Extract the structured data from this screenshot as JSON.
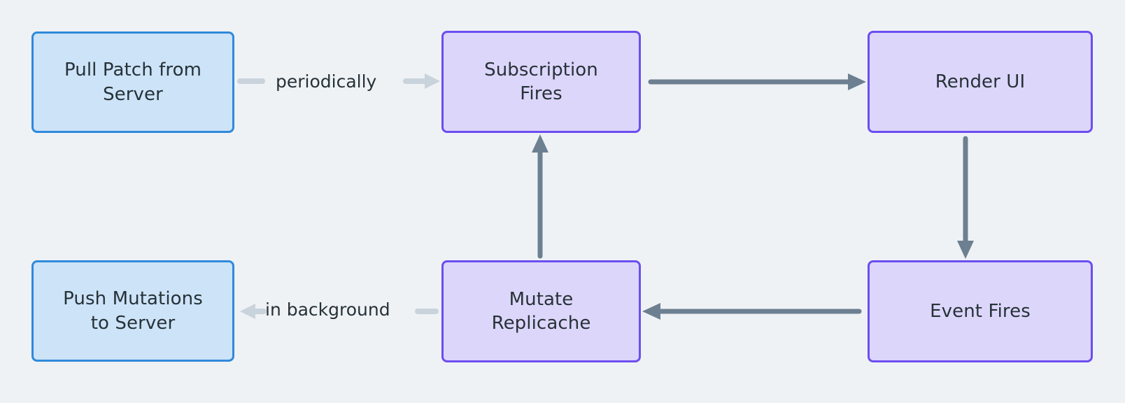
{
  "diagram": {
    "type": "flowchart",
    "background_color": "#eff2f5",
    "text_color": "#263238",
    "nodes": [
      {
        "id": "pull-patch",
        "label": "Pull Patch from\nServer",
        "style": "blue",
        "fill_color": "#cde3f8",
        "border_color": "#2f8ada"
      },
      {
        "id": "subscription-fires",
        "label": "Subscription\nFires",
        "style": "purple",
        "fill_color": "#ddd6fb",
        "border_color": "#6c4ef0"
      },
      {
        "id": "render-ui",
        "label": "Render UI",
        "style": "purple",
        "fill_color": "#ddd6fb",
        "border_color": "#6c4ef0"
      },
      {
        "id": "push-mutations",
        "label": "Push Mutations\nto Server",
        "style": "blue",
        "fill_color": "#cde3f8",
        "border_color": "#2f8ada"
      },
      {
        "id": "mutate-replicache",
        "label": "Mutate\nReplicache",
        "style": "purple",
        "fill_color": "#ddd6fb",
        "border_color": "#6c4ef0"
      },
      {
        "id": "event-fires",
        "label": "Event Fires",
        "style": "purple",
        "fill_color": "#ddd6fb",
        "border_color": "#6c4ef0"
      }
    ],
    "edges": [
      {
        "id": "pull-to-subscription",
        "from": "pull-patch",
        "to": "subscription-fires",
        "label": "periodically",
        "direction": "right",
        "color": "#c9d3dc",
        "emphasis": "light"
      },
      {
        "id": "subscription-to-render",
        "from": "subscription-fires",
        "to": "render-ui",
        "label": "",
        "direction": "right",
        "color": "#6c8091",
        "emphasis": "dark"
      },
      {
        "id": "render-to-event",
        "from": "render-ui",
        "to": "event-fires",
        "label": "",
        "direction": "down",
        "color": "#6c8091",
        "emphasis": "dark"
      },
      {
        "id": "event-to-mutate",
        "from": "event-fires",
        "to": "mutate-replicache",
        "label": "",
        "direction": "left",
        "color": "#6c8091",
        "emphasis": "dark"
      },
      {
        "id": "mutate-to-push",
        "from": "mutate-replicache",
        "to": "push-mutations",
        "label": "in background",
        "direction": "left",
        "color": "#c9d3dc",
        "emphasis": "light"
      },
      {
        "id": "mutate-to-subscription",
        "from": "mutate-replicache",
        "to": "subscription-fires",
        "label": "",
        "direction": "up",
        "color": "#6c8091",
        "emphasis": "dark"
      }
    ]
  }
}
